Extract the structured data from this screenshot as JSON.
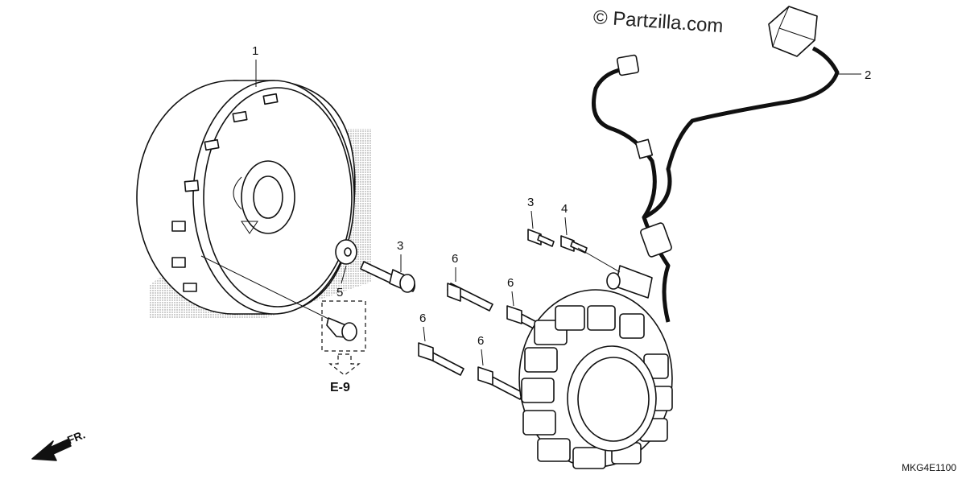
{
  "watermark": "© Partzilla.com",
  "diagram_code": "MKG4E1100",
  "reference": {
    "label": "E-9"
  },
  "direction": {
    "label": "FR."
  },
  "callouts": [
    "1",
    "2",
    "3",
    "3",
    "4",
    "5",
    "6",
    "6",
    "6",
    "6"
  ]
}
